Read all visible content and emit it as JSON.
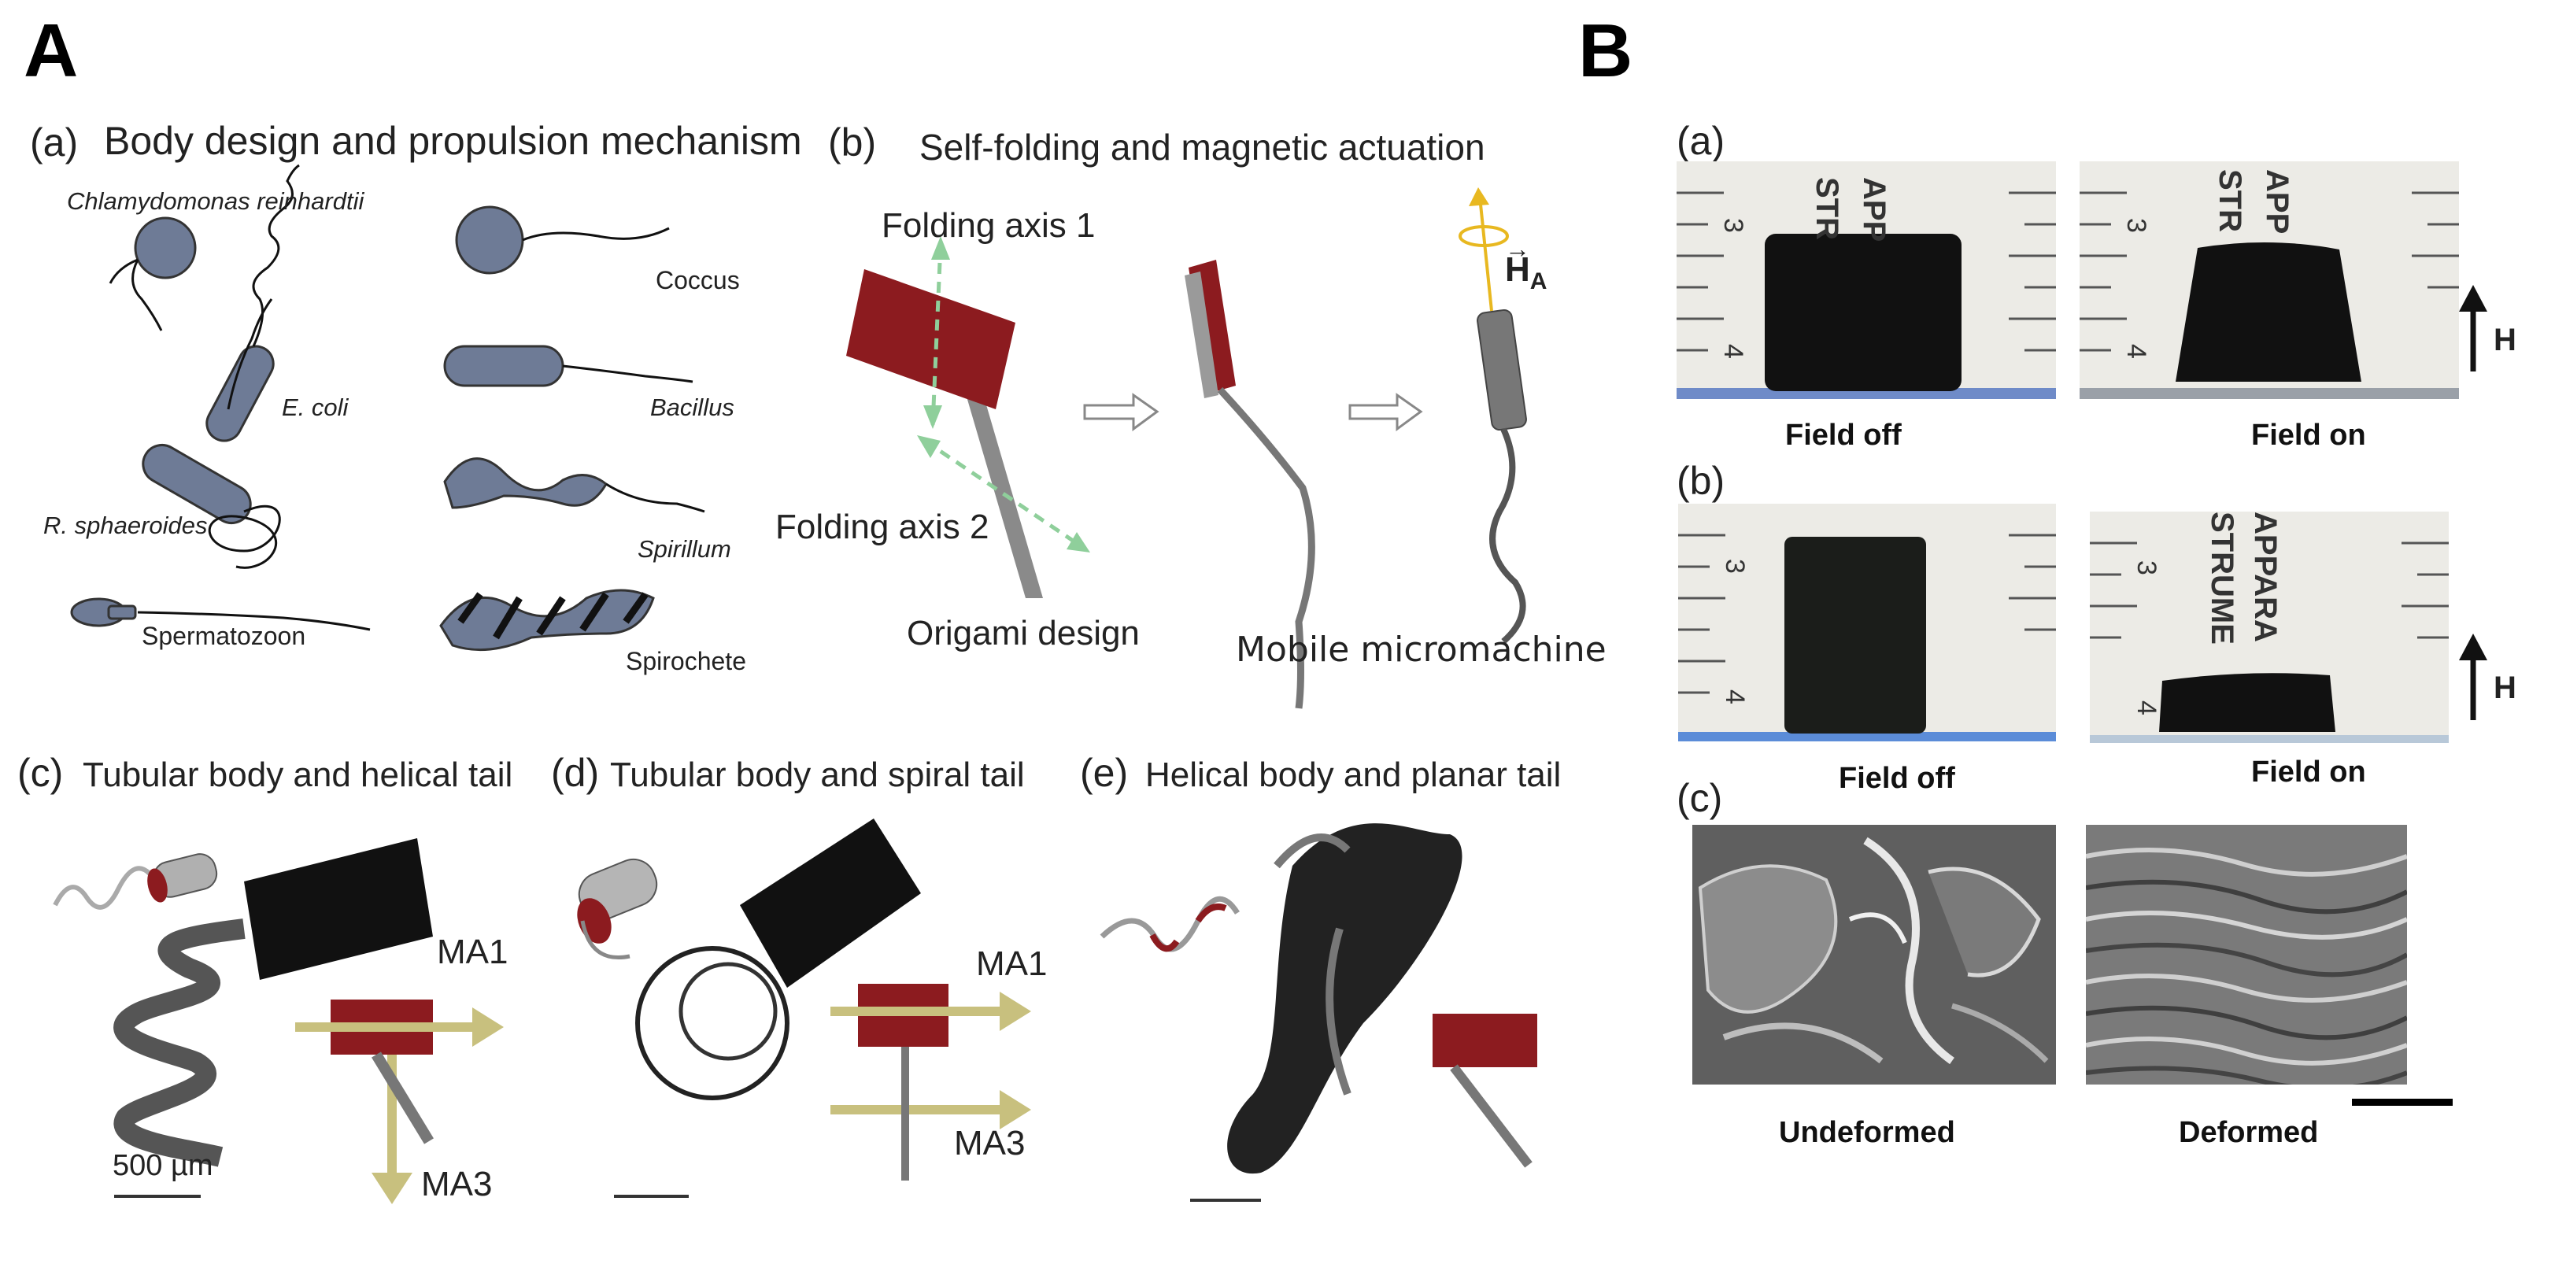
{
  "panelA": {
    "letter": "A",
    "a": {
      "tag": "(a)",
      "title": "Body design and propulsion mechanism",
      "organisms": [
        "Chlamydomonas reinhardtii",
        "E. coli",
        "R. sphaeroides",
        "Spermatozoon",
        "Coccus",
        "Bacillus",
        "Spirillum",
        "Spirochete"
      ]
    },
    "b": {
      "tag": "(b)",
      "title": "Self-folding and magnetic actuation",
      "axis1": "Folding axis 1",
      "axis2": "Folding axis 2",
      "origami": "Origami design",
      "field": "H",
      "field_sub": "A",
      "mobile": "Mobile micromachine"
    },
    "c": {
      "tag": "(c)",
      "title": "Tubular body and helical tail",
      "ma1": "MA1",
      "ma3": "MA3",
      "scale": "500 µm"
    },
    "d": {
      "tag": "(d)",
      "title": "Tubular body and spiral tail",
      "ma1": "MA1",
      "ma3": "MA3"
    },
    "e": {
      "tag": "(e)",
      "title": "Helical body and planar tail"
    }
  },
  "panelB": {
    "letter": "B",
    "a": {
      "tag": "(a)",
      "left": "Field off",
      "right": "Field on",
      "field": "H"
    },
    "b": {
      "tag": "(b)",
      "left": "Field off",
      "right": "Field on",
      "field": "H"
    },
    "c": {
      "tag": "(c)",
      "left": "Undeformed",
      "right": "Deformed"
    },
    "ruler": {
      "app": "APP",
      "appara": "APPARA",
      "str": "STR",
      "strume": "STRUME",
      "n3": "3",
      "n4": "4"
    }
  },
  "colors": {
    "body": "#6e7b96",
    "red": "#8c1b1f",
    "arrow": "#c8c07e",
    "green": "#8fcf9b",
    "gold": "#e8b820"
  }
}
